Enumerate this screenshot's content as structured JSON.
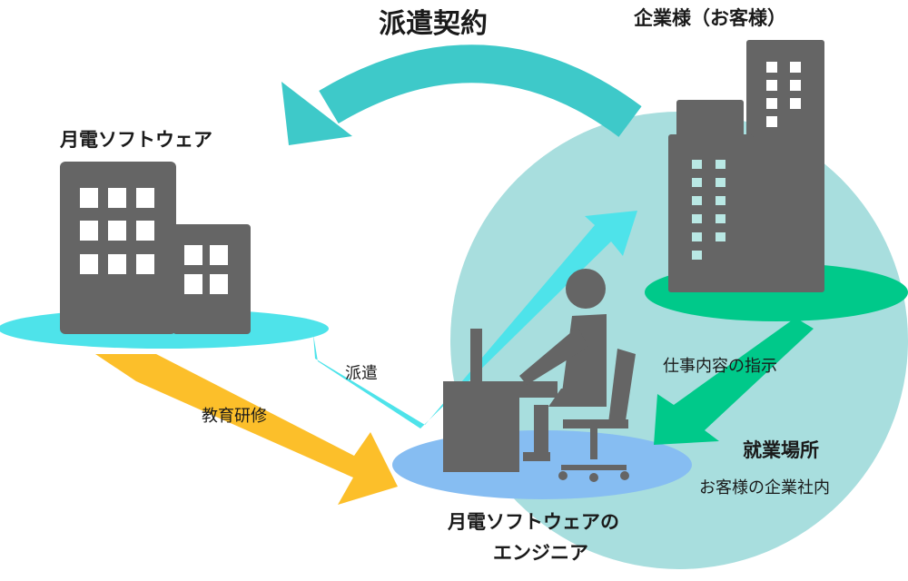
{
  "labels": {
    "dispatch_contract": "派遣契約",
    "client_company": "企業様（お客様）",
    "getsuden_software": "月電ソフトウェア",
    "dispatch": "派遣",
    "education_training": "教育研修",
    "work_instructions": "仕事内容の指示",
    "workplace_title": "就業場所",
    "workplace_detail": "お客様の企業社内",
    "engineer_line1": "月電ソフトウェアの",
    "engineer_line2": "エンジニア"
  },
  "colors": {
    "contract_arrow": "#3ec9c9",
    "dispatch_arrow": "#4ee3ea",
    "training_arrow": "#fcbf2a",
    "instruction_arrow": "#00c98a",
    "client_circle": "#a8dede",
    "building": "#656565",
    "window": "#ffffff",
    "client_window": "#b9e8e4",
    "engineer_floor": "#86bdf2"
  },
  "icons": [
    "building-icon",
    "client-building-icon",
    "engineer-at-desk-icon",
    "office-chair-icon"
  ]
}
